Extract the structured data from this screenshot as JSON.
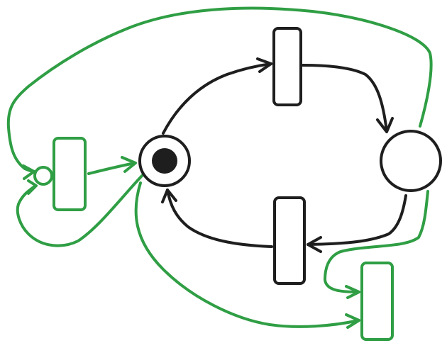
{
  "diagram": {
    "title": "",
    "colors": {
      "main": "#1e1e1e",
      "extension": "#2f9e44",
      "background": "#ffffff",
      "token": "#1e1e1e"
    },
    "places": [
      {
        "id": "p-center",
        "marked": true,
        "tokens": 1,
        "color": "main"
      },
      {
        "id": "p-right",
        "marked": false,
        "tokens": 0,
        "color": "main"
      },
      {
        "id": "p-left-small",
        "marked": false,
        "tokens": 0,
        "color": "extension"
      }
    ],
    "transitions": [
      {
        "id": "t-top",
        "color": "main"
      },
      {
        "id": "t-bottom",
        "color": "main"
      },
      {
        "id": "t-left",
        "color": "extension"
      },
      {
        "id": "t-bottom-right",
        "color": "extension"
      }
    ],
    "arcs": [
      {
        "from": "p-center",
        "to": "t-top",
        "color": "main"
      },
      {
        "from": "t-top",
        "to": "p-right",
        "color": "main"
      },
      {
        "from": "p-right",
        "to": "t-bottom",
        "color": "main"
      },
      {
        "from": "t-bottom",
        "to": "p-center",
        "color": "main"
      },
      {
        "from": "t-left",
        "to": "p-center",
        "color": "extension"
      },
      {
        "from": "p-right",
        "to": "p-left-small",
        "color": "extension"
      },
      {
        "from": "p-center",
        "to": "p-left-small",
        "color": "extension"
      },
      {
        "from": "p-right",
        "to": "t-bottom-right",
        "color": "extension"
      },
      {
        "from": "p-center",
        "to": "t-bottom-right",
        "color": "extension"
      }
    ]
  }
}
